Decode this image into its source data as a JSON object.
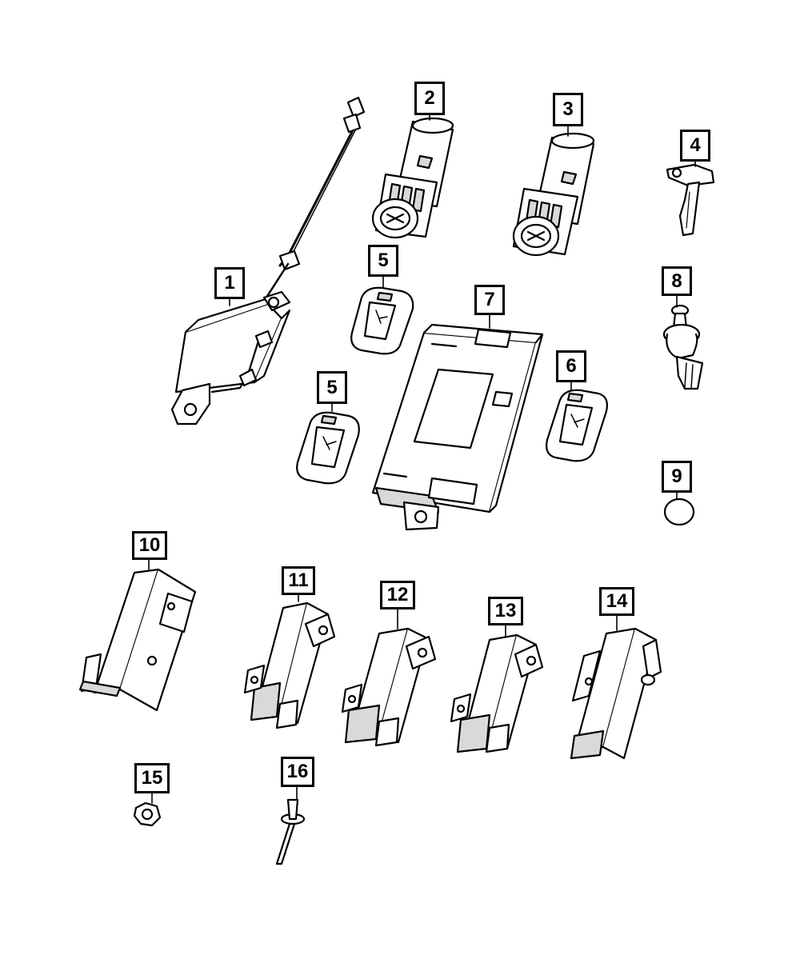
{
  "diagram": {
    "line_color": "#000000",
    "fill_color": "#ffffff",
    "shade_color": "#d9d9d9",
    "callouts": [
      {
        "id": "1",
        "label": "1"
      },
      {
        "id": "2",
        "label": "2"
      },
      {
        "id": "3",
        "label": "3"
      },
      {
        "id": "4",
        "label": "4"
      },
      {
        "id": "5a",
        "label": "5"
      },
      {
        "id": "5b",
        "label": "5"
      },
      {
        "id": "6",
        "label": "6"
      },
      {
        "id": "7",
        "label": "7"
      },
      {
        "id": "8",
        "label": "8"
      },
      {
        "id": "9",
        "label": "9"
      },
      {
        "id": "10",
        "label": "10"
      },
      {
        "id": "11",
        "label": "11"
      },
      {
        "id": "12",
        "label": "12"
      },
      {
        "id": "13",
        "label": "13"
      },
      {
        "id": "14",
        "label": "14"
      },
      {
        "id": "15",
        "label": "15"
      },
      {
        "id": "16",
        "label": "16"
      }
    ]
  }
}
